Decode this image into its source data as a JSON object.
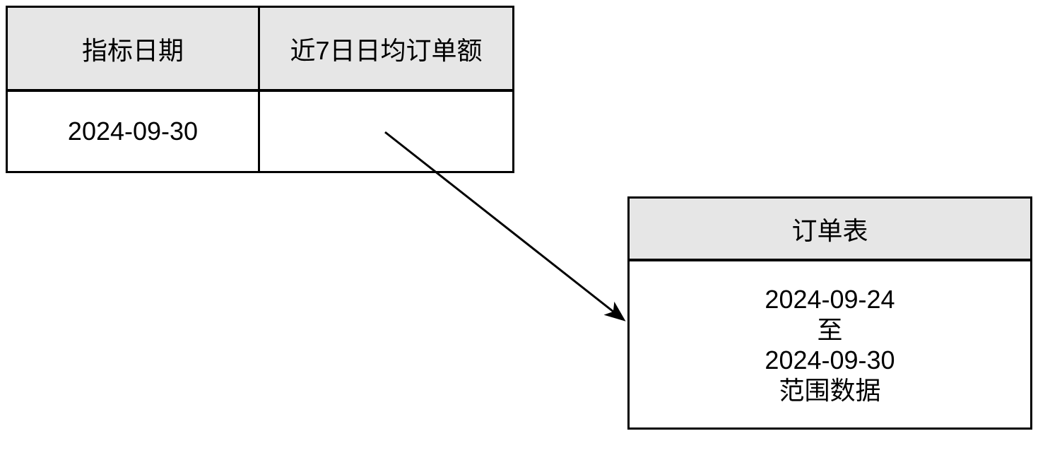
{
  "diagram": {
    "background": "#ffffff",
    "border_color": "#000000",
    "header_fill": "#e6e6e6",
    "arrow_color": "#000000"
  },
  "metric_table": {
    "columns": [
      {
        "header": "指标日期",
        "value": "2024-09-30"
      },
      {
        "header": "近7日日均订单额",
        "value": ""
      }
    ]
  },
  "order_table": {
    "title": "订单表",
    "lines": [
      "2024-09-24",
      "至",
      "2024-09-30",
      "范围数据"
    ]
  }
}
